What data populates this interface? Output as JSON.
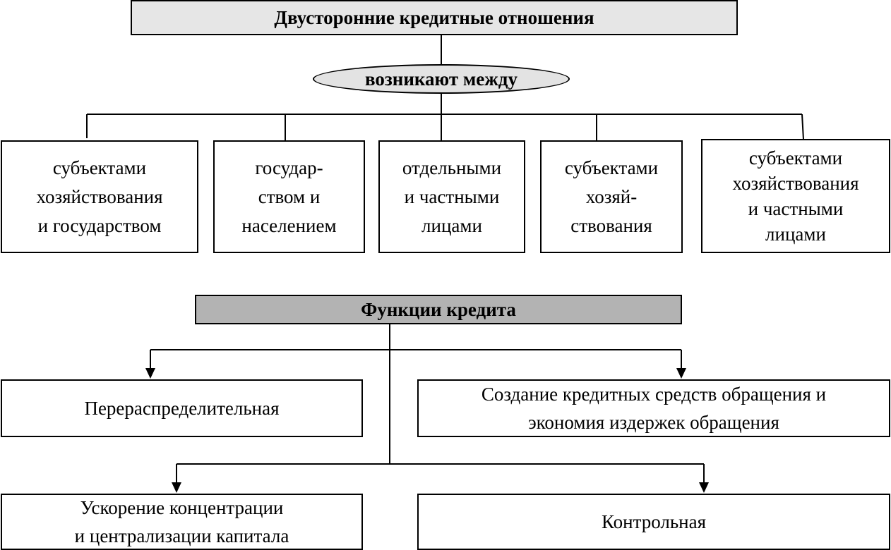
{
  "diagram": {
    "title": "Двусторонние кредитные отношения",
    "connector_label": "возникают между",
    "participants": [
      "субъектами\nхозяйствования\nи государством",
      "государ-\nством и\nнаселением",
      "отдельными\nи частными\nлицами",
      "субъектами\nхозяй-\nствования",
      "субъектами\nхозяйствования\nи частными\nлицами"
    ],
    "functions_title": "Функции кредита",
    "functions": [
      "Перераспределительная",
      "Создание кредитных средств обращения и\nэкономия издержек обращения",
      "Ускорение концентрации\nи централизации капитала",
      "Контрольная"
    ]
  }
}
